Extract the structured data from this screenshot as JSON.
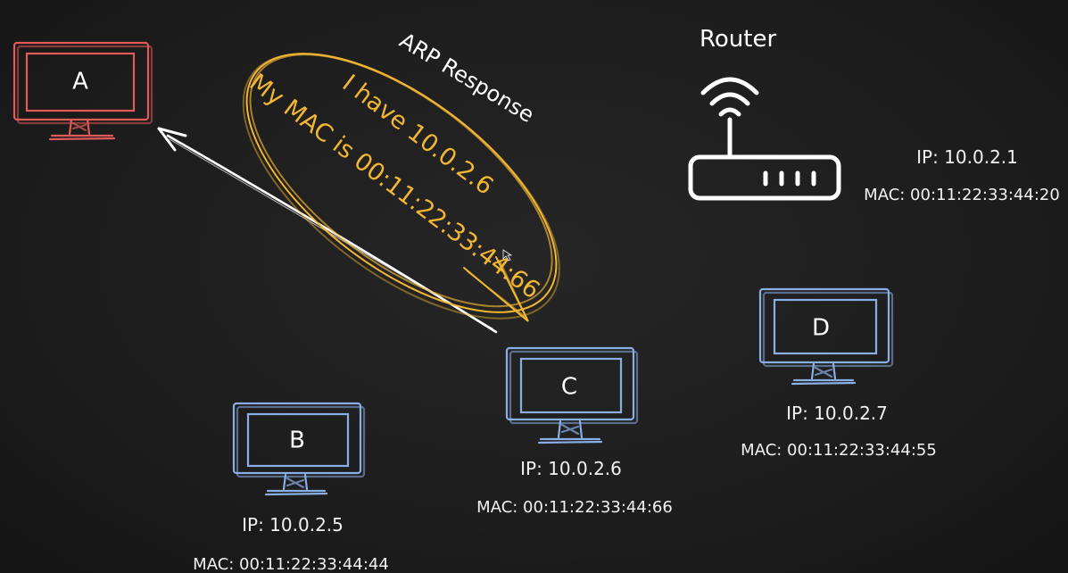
{
  "colors": {
    "background": "#1c1c1c",
    "attacker": "#e05a5a",
    "host": "#8aaee6",
    "bubble": "#f2b632",
    "text": "#f2f2f2"
  },
  "response": {
    "title": "ARP Response",
    "line1": "I have 10.0.2.6",
    "line2": "My MAC is 00:11:22:33:44:66"
  },
  "router": {
    "label": "Router",
    "icon": "wifi-router-icon",
    "ip": "IP: 10.0.2.1",
    "mac": "MAC: 00:11:22:33:44:20"
  },
  "nodes": {
    "a": {
      "label": "A",
      "icon": "monitor-icon"
    },
    "b": {
      "label": "B",
      "icon": "monitor-icon",
      "ip": "IP: 10.0.2.5",
      "mac": "MAC: 00:11:22:33:44:44"
    },
    "c": {
      "label": "C",
      "icon": "monitor-icon",
      "ip": "IP: 10.0.2.6",
      "mac": "MAC: 00:11:22:33:44:66"
    },
    "d": {
      "label": "D",
      "icon": "monitor-icon",
      "ip": "IP: 10.0.2.7",
      "mac": "MAC: 00:11:22:33:44:55"
    }
  }
}
